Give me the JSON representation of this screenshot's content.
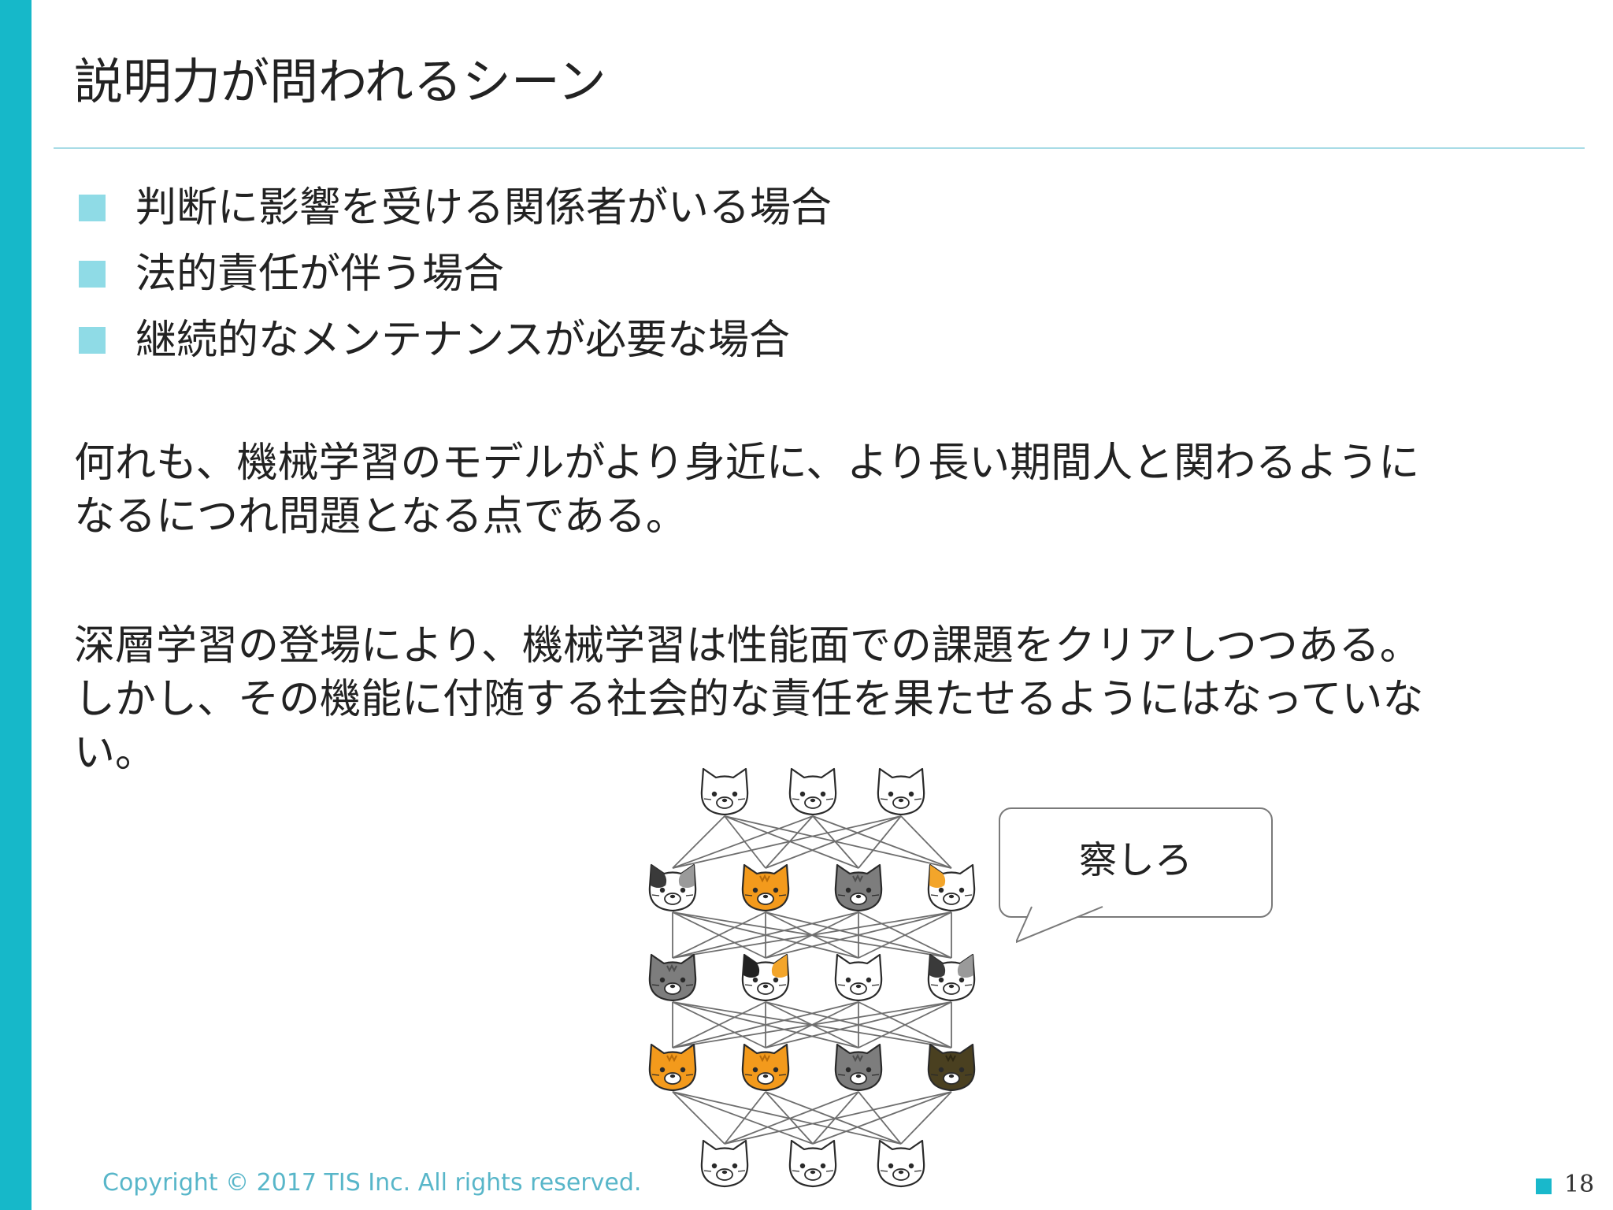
{
  "slide": {
    "title": "説明力が問われるシーン",
    "bullets": [
      "判断に影響を受ける関係者がいる場合",
      "法的責任が伴う場合",
      "継続的なメンテナンスが必要な場合"
    ],
    "paragraph1": [
      "何れも、機械学習のモデルがより身近に、より長い期間人と関わるように",
      "なるにつれ問題となる点である。"
    ],
    "paragraph2": [
      "深層学習の登場により、機械学習は性能面での課題をクリアしつつある。",
      "しかし、その機能に付随する社会的な責任を果たせるようにはなっていな",
      "い。"
    ],
    "speech_bubble": "察しろ",
    "copyright": "Copyright © 2017 TIS Inc. All rights reserved.",
    "page_number": "18"
  },
  "colors": {
    "accent": "#16b8c9",
    "bullet": "#8fdbe6",
    "footer_text": "#58b6c9"
  },
  "illustration": {
    "icon": "cat-face-icon",
    "layers": [
      [
        "white",
        "white",
        "white"
      ],
      [
        "calico-black",
        "orange",
        "gray",
        "calico-orange"
      ],
      [
        "gray",
        "calico-black-orange",
        "white",
        "calico-black"
      ],
      [
        "orange",
        "orange",
        "gray",
        "dark-brown"
      ],
      [
        "white",
        "white",
        "white"
      ]
    ]
  }
}
